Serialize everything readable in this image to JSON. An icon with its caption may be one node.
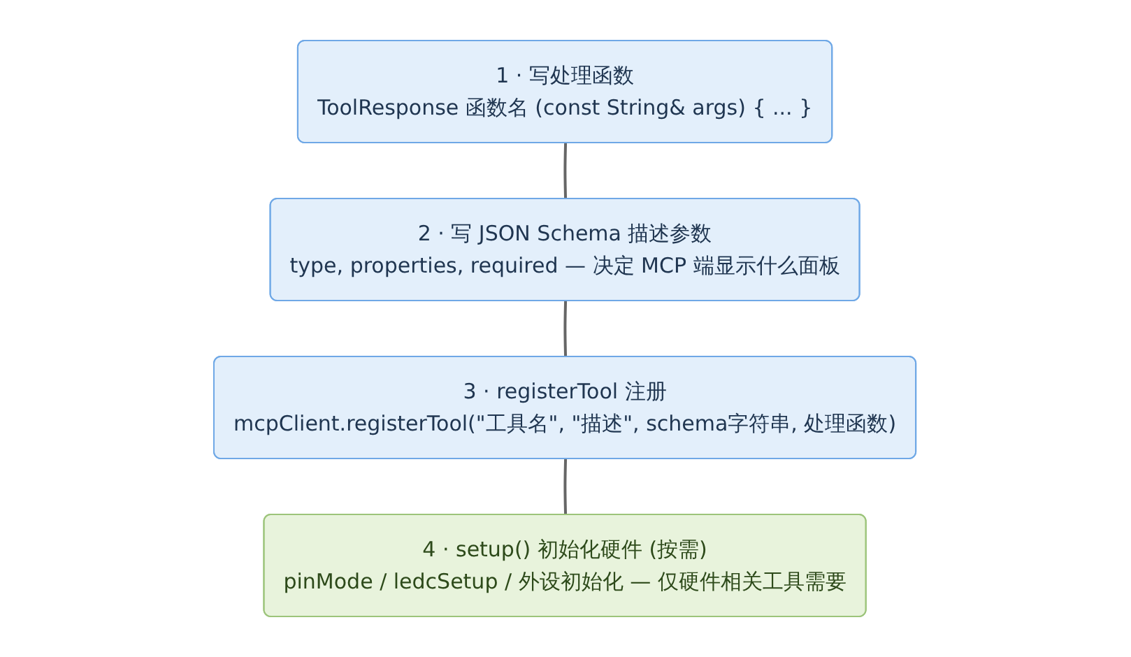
{
  "diagram": {
    "nodes": [
      {
        "text": [
          "1 · 写处理函数",
          "ToolResponse 函数名 (const String& args) { ... }"
        ]
      },
      {
        "text": [
          "2 · 写 JSON Schema 描述参数",
          "type, properties, required — 决定 MCP 端显示什么面板"
        ]
      },
      {
        "text": [
          "3 · registerTool 注册",
          "mcpClient.registerTool(\"工具名\", \"描述\", schema字符串, 处理函数)"
        ]
      },
      {
        "text": [
          "4 · setup() 初始化硬件 (按需)",
          "pinMode / ledcSetup / 外设初始化 — 仅硬件相关工具需要"
        ]
      }
    ],
    "edges": [
      {
        "from": 0,
        "to": 1,
        "arrow": "none"
      },
      {
        "from": 1,
        "to": 2,
        "arrow": "none"
      },
      {
        "from": 2,
        "to": 3,
        "arrow": "none"
      }
    ]
  }
}
